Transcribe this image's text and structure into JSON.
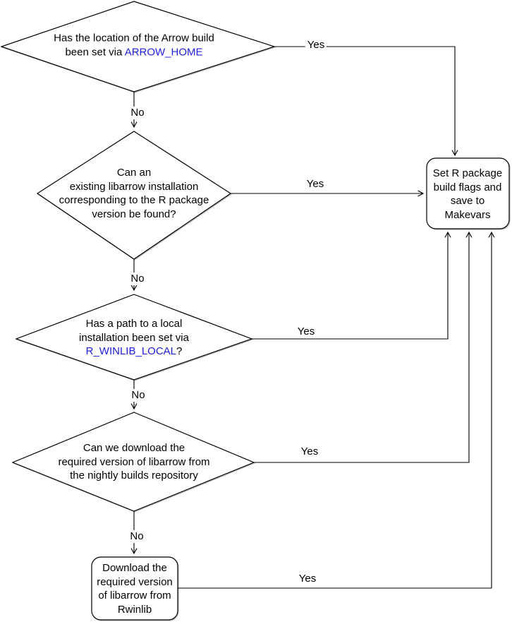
{
  "diagram": {
    "colors": {
      "background": "#ffffff",
      "stroke": "#000000",
      "text": "#000000",
      "link": "#2020e0"
    },
    "nodes": {
      "arrow_home": {
        "type": "decision",
        "text_before": "Has the location of the Arrow build\nbeen set via ",
        "keyword": "ARROW_HOME",
        "text_after": ""
      },
      "existing_libarrow": {
        "type": "decision",
        "text": "Can an\nexisting libarrow installation\ncorresponding to the R package\nversion be found?"
      },
      "winlib_local": {
        "type": "decision",
        "text_before": "Has a path to a local\ninstallation been set via\n",
        "keyword": "R_WINLIB_LOCAL",
        "text_after": "?"
      },
      "nightly_builds": {
        "type": "decision",
        "text": "Can we download the\nrequired version of libarrow from\nthe nightly builds repository"
      },
      "set_flags": {
        "type": "process",
        "text": "Set R package\nbuild flags and\nsave to\nMakevars"
      },
      "download_rwinlib": {
        "type": "process",
        "text": "Download the\nrequired version\nof libarrow from\nRwinlib"
      }
    },
    "edges": [
      {
        "from": "arrow_home",
        "to": "set_flags",
        "label": "Yes"
      },
      {
        "from": "arrow_home",
        "to": "existing_libarrow",
        "label": "No"
      },
      {
        "from": "existing_libarrow",
        "to": "set_flags",
        "label": "Yes"
      },
      {
        "from": "existing_libarrow",
        "to": "winlib_local",
        "label": "No"
      },
      {
        "from": "winlib_local",
        "to": "set_flags",
        "label": "Yes"
      },
      {
        "from": "winlib_local",
        "to": "nightly_builds",
        "label": "No"
      },
      {
        "from": "nightly_builds",
        "to": "set_flags",
        "label": "Yes"
      },
      {
        "from": "nightly_builds",
        "to": "download_rwinlib",
        "label": "No"
      },
      {
        "from": "download_rwinlib",
        "to": "set_flags",
        "label": "Yes"
      }
    ]
  }
}
